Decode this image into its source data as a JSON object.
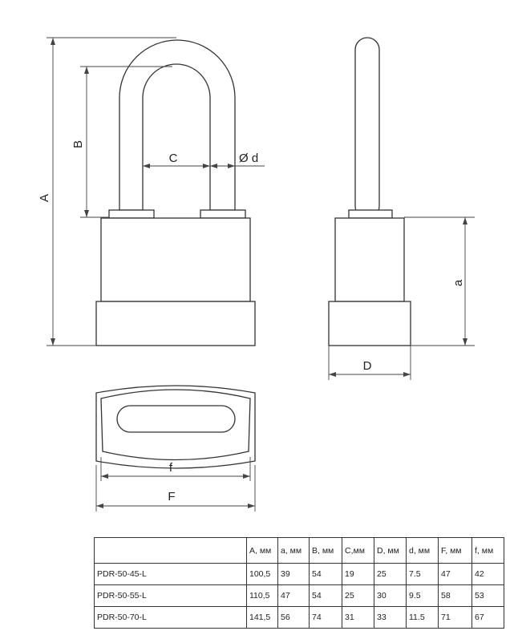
{
  "labels": {
    "A": "A",
    "B": "B",
    "C": "C",
    "d": "Ø d",
    "a": "a",
    "D": "D",
    "f": "f",
    "F": "F"
  },
  "table": {
    "headers": [
      "",
      "A, мм",
      "a, мм",
      "B, мм",
      "C,мм",
      "D, мм",
      "d, мм",
      "F, мм",
      "f, мм"
    ],
    "rows": [
      [
        "PDR-50-45-L",
        "100,5",
        "39",
        "54",
        "19",
        "25",
        "7.5",
        "47",
        "42"
      ],
      [
        "PDR-50-55-L",
        "110,5",
        "47",
        "54",
        "25",
        "30",
        "9.5",
        "58",
        "53"
      ],
      [
        "PDR-50-70-L",
        "141,5",
        "56",
        "74",
        "31",
        "33",
        "11.5",
        "71",
        "67"
      ]
    ]
  }
}
